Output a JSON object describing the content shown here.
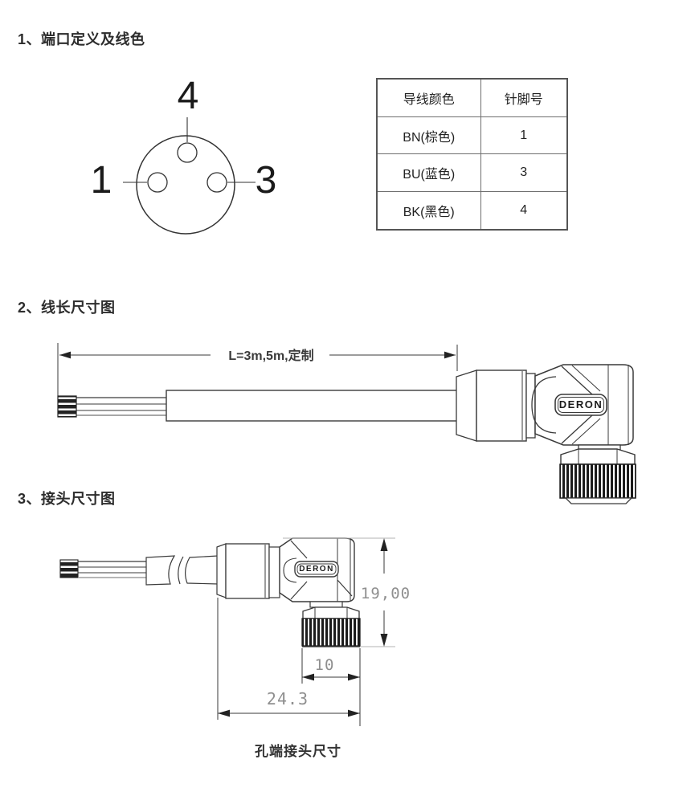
{
  "sections": {
    "s1": {
      "heading": "1、端口定义及线色"
    },
    "s2": {
      "heading": "2、线长尺寸图",
      "length_label": "L=3m,5m,定制"
    },
    "s3": {
      "heading": "3、接头尺寸图",
      "dim_height": "19,00",
      "dim_knurl_width": "10",
      "dim_total_width": "24.3",
      "caption": "孔端接头尺寸"
    }
  },
  "connector_face": {
    "pins": [
      {
        "label": "4"
      },
      {
        "label": "1"
      },
      {
        "label": "3"
      }
    ]
  },
  "brand": "DERON",
  "pin_table": {
    "headers": {
      "color": "导线颜色",
      "pin": "针脚号"
    },
    "rows": [
      {
        "color": "BN(棕色)",
        "pin": "1"
      },
      {
        "color": "BU(蓝色)",
        "pin": "3"
      },
      {
        "color": "BK(黑色)",
        "pin": "4"
      }
    ]
  },
  "colors": {
    "ink": "#333333",
    "dim_text": "#8f8f8f",
    "ext_line": "#b3b3b3",
    "table_border": "#6e6e6e"
  }
}
